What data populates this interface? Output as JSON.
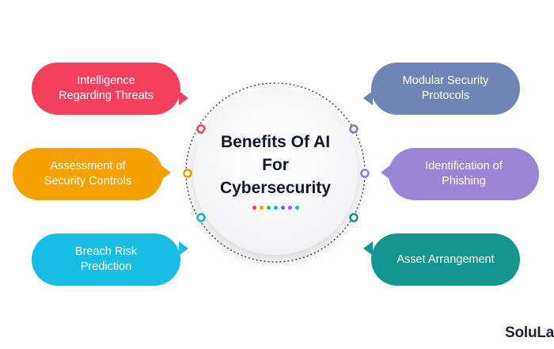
{
  "title": "Benefits Of AI\nFor\nCybersecurity",
  "colors": {
    "dashed_ring": "#333333",
    "title_text": "#111827",
    "dots": [
      "#ef4444",
      "#f59e0b",
      "#22c55e",
      "#06b6d4",
      "#6366f1",
      "#a855f7",
      "#14b8a6"
    ]
  },
  "benefits": [
    {
      "label": "Intelligence\nRegarding Threats",
      "color": "#f43f5e",
      "side": "left"
    },
    {
      "label": "Assessment of\nSecurity Controls",
      "color": "#f6a100",
      "side": "left"
    },
    {
      "label": "Breach Risk\nPrediction",
      "color": "#17bde3",
      "side": "left"
    },
    {
      "label": "Modular Security\nProtocols",
      "color": "#6f86b4",
      "side": "right"
    },
    {
      "label": "Identification of\nPhishing",
      "color": "#9a84d4",
      "side": "right"
    },
    {
      "label": "Asset Arrangement",
      "color": "#14958f",
      "side": "right"
    }
  ],
  "connector_colors": [
    "#f43f5e",
    "#f6a100",
    "#17bde3",
    "#6f86b4",
    "#9a84d4",
    "#14958f"
  ],
  "brand": {
    "text": "SoluLab",
    "icon": "solulab-logo-icon"
  }
}
